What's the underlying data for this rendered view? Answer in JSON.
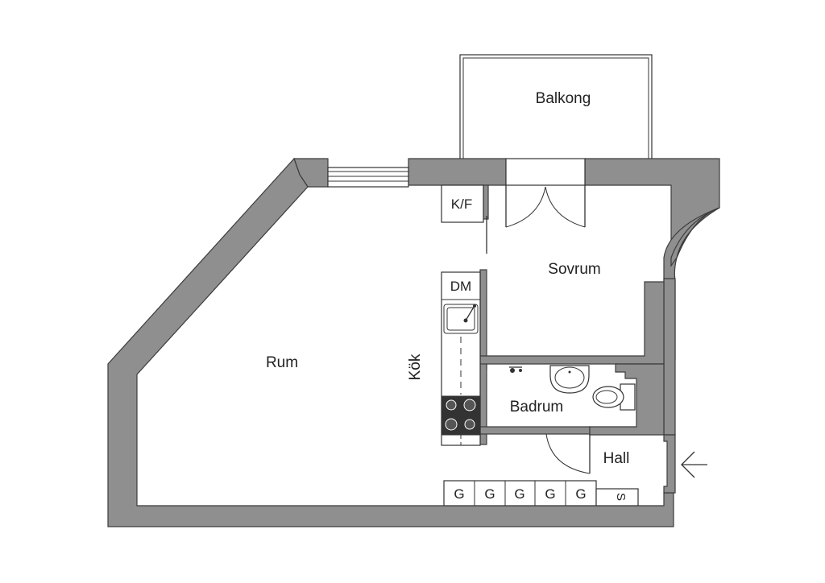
{
  "plan": {
    "rooms": {
      "balkong": "Balkong",
      "sovrum": "Sovrum",
      "rum": "Rum",
      "kok": "Kök",
      "badrum": "Badrum",
      "hall": "Hall"
    },
    "fixtures": {
      "fridge_freezer": "K/F",
      "dishwasher": "DM",
      "wardrobes": [
        "G",
        "G",
        "G",
        "G",
        "G"
      ],
      "storage": "S"
    },
    "entrance_icon": "arrow-left-icon",
    "colors": {
      "wall": "#8f8f8f",
      "line": "#333333",
      "stove": "#333333"
    }
  }
}
